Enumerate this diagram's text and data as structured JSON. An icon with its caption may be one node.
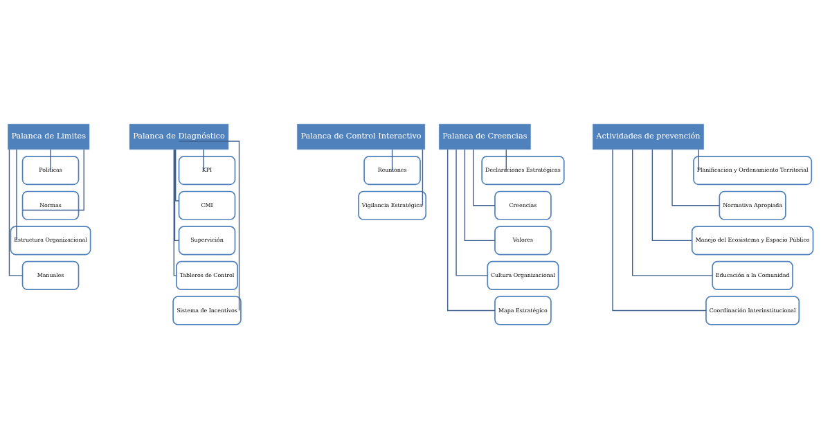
{
  "diagram": {
    "nodes": [
      {
        "text": [
          "Palanca de Limites"
        ]
      },
      {
        "text": [
          "Politicas"
        ]
      },
      {
        "text": [
          "Normas"
        ]
      },
      {
        "text": [
          "Estructura Organizacional"
        ]
      },
      {
        "text": [
          "Manuales"
        ]
      },
      {
        "text": [
          "Palanca de Diagnóstico"
        ]
      },
      {
        "text": [
          "KPI"
        ]
      },
      {
        "text": [
          "CMI"
        ]
      },
      {
        "text": [
          "Supervición"
        ]
      },
      {
        "text": [
          "Tableros de Control"
        ]
      },
      {
        "text": [
          "Sistema de Incentivos"
        ]
      },
      {
        "text": [
          "Palanca de Control Interactivo"
        ]
      },
      {
        "text": [
          "Reuniones"
        ]
      },
      {
        "text": [
          "Vigilancia Estratégica"
        ]
      },
      {
        "text": [
          "Palanca de Creencias"
        ]
      },
      {
        "text": [
          "Declaraciones Estratégicas"
        ]
      },
      {
        "text": [
          "Creencias"
        ]
      },
      {
        "text": [
          "Valores"
        ]
      },
      {
        "text": [
          "Cultura Organizacional"
        ]
      },
      {
        "text": [
          "Mapa Estratégico"
        ]
      },
      {
        "text": [
          "Actividades de prevención"
        ]
      },
      {
        "text": [
          "Planificacion y Ordenamiento Territorial"
        ]
      },
      {
        "text": [
          "Normativa Apropiada"
        ]
      },
      {
        "text": [
          "Manejo del Ecosistema y Espacio Público"
        ]
      },
      {
        "text": [
          "Educación a la Comunidad"
        ]
      },
      {
        "text": [
          "Coordinación Interinstitucional"
        ]
      }
    ],
    "edges": [
      {
        "from": 0,
        "to": 1,
        "arrow": "none"
      },
      {
        "from": 0,
        "to": 2,
        "arrow": "none"
      },
      {
        "from": 0,
        "to": 3,
        "arrow": "none"
      },
      {
        "from": 0,
        "to": 4,
        "arrow": "none"
      },
      {
        "from": 5,
        "to": 6,
        "arrow": "none"
      },
      {
        "from": 5,
        "to": 7,
        "arrow": "none"
      },
      {
        "from": 5,
        "to": 8,
        "arrow": "none"
      },
      {
        "from": 5,
        "to": 9,
        "arrow": "none"
      },
      {
        "from": 5,
        "to": 10,
        "arrow": "none"
      },
      {
        "from": 11,
        "to": 12,
        "arrow": "none"
      },
      {
        "from": 11,
        "to": 13,
        "arrow": "none"
      },
      {
        "from": 14,
        "to": 15,
        "arrow": "none"
      },
      {
        "from": 14,
        "to": 16,
        "arrow": "none"
      },
      {
        "from": 14,
        "to": 17,
        "arrow": "none"
      },
      {
        "from": 14,
        "to": 18,
        "arrow": "none"
      },
      {
        "from": 14,
        "to": 19,
        "arrow": "none"
      },
      {
        "from": 20,
        "to": 21,
        "arrow": "none"
      },
      {
        "from": 20,
        "to": 22,
        "arrow": "none"
      },
      {
        "from": 20,
        "to": 23,
        "arrow": "none"
      },
      {
        "from": 20,
        "to": 24,
        "arrow": "none"
      },
      {
        "from": 20,
        "to": 25,
        "arrow": "none"
      }
    ]
  }
}
